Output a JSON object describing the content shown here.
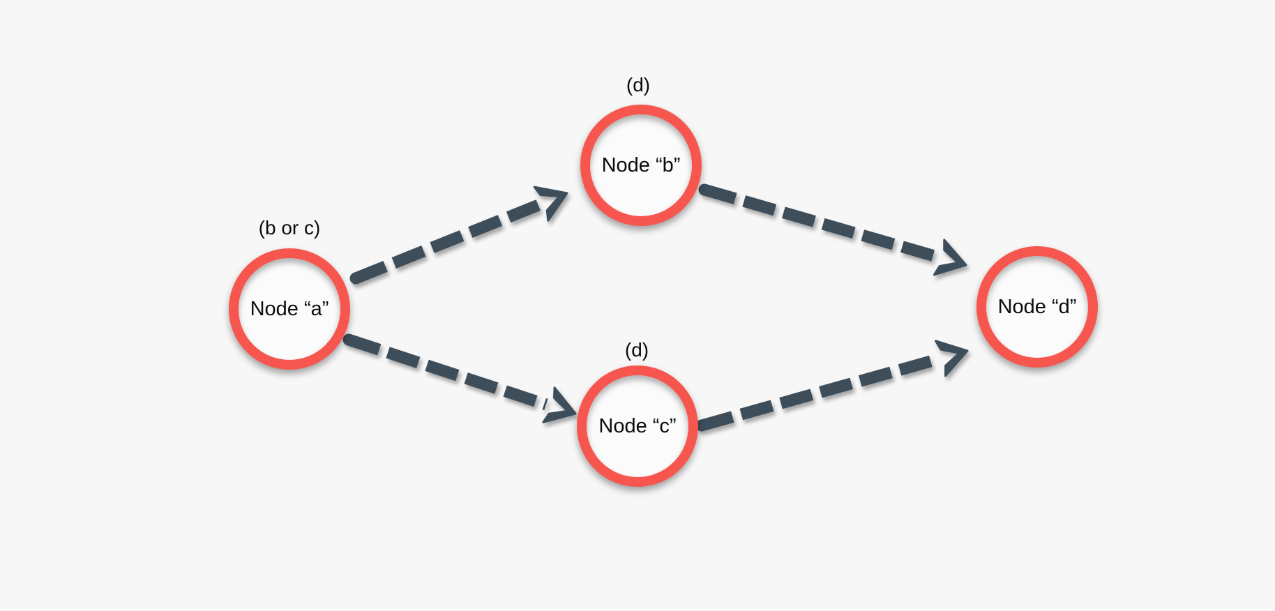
{
  "diagram": {
    "type": "directed-graph",
    "background_color": "#f7f7f7",
    "colors": {
      "node_ring": "#f6564d",
      "node_fill": "#fbfbfb",
      "edge": "#3d4e5a",
      "text": "#0b0b0b"
    },
    "nodes": [
      {
        "id": "a",
        "label": "Node “a”",
        "annotation": "(b or c)"
      },
      {
        "id": "b",
        "label": "Node “b”",
        "annotation": "(d)"
      },
      {
        "id": "c",
        "label": "Node “c”",
        "annotation": "(d)"
      },
      {
        "id": "d",
        "label": "Node “d”",
        "annotation": ""
      }
    ],
    "edges": [
      {
        "from": "a",
        "to": "b",
        "style": "thick-dashed-arrow"
      },
      {
        "from": "a",
        "to": "c",
        "style": "thick-dashed-arrow"
      },
      {
        "from": "b",
        "to": "d",
        "style": "thick-dashed-arrow"
      },
      {
        "from": "c",
        "to": "d",
        "style": "thick-dashed-arrow"
      }
    ]
  }
}
